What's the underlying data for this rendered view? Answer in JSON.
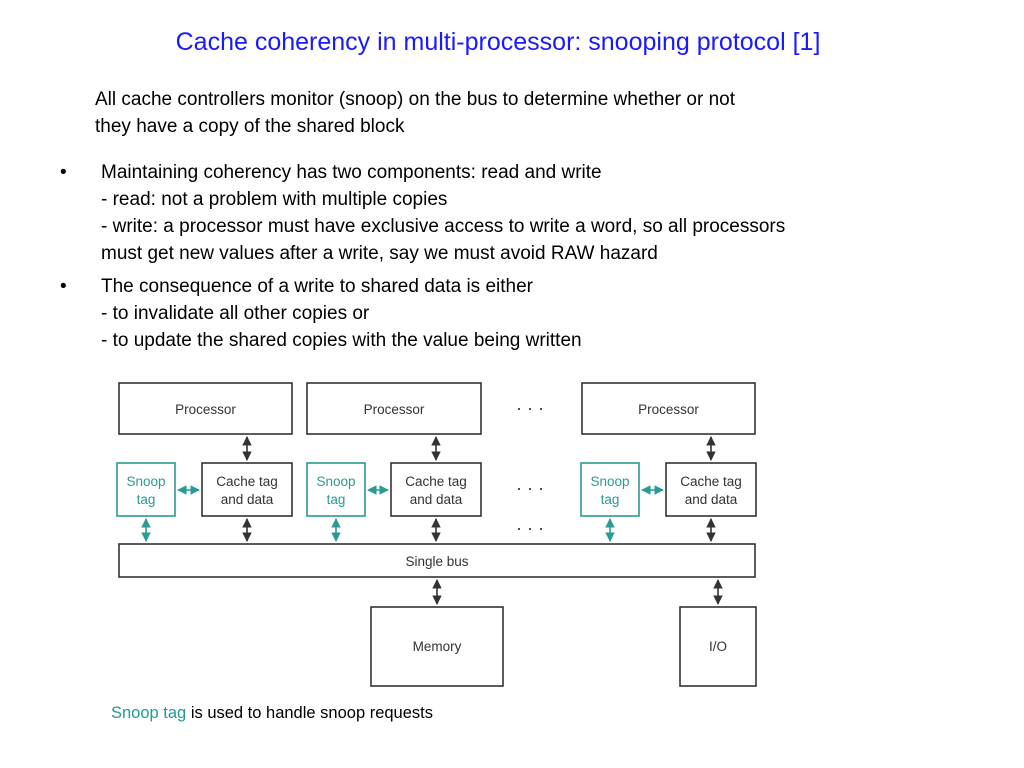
{
  "title": "Cache coherency in multi-processor: snooping protocol  [1]",
  "intro": {
    "lines": [
      "All cache controllers monitor (snoop) on the bus to determine whether or not",
      "they have a copy of the shared block"
    ]
  },
  "bullets": [
    {
      "symbol": "•",
      "lines": [
        "Maintaining coherency has two components: read and write",
        "- read: not a problem with multiple copies",
        "- write: a processor must have exclusive access to write a word, so all processors",
        "must get new values after a write, say we must avoid RAW hazard"
      ]
    },
    {
      "symbol": "•",
      "lines": [
        "The consequence of a write to shared data is either",
        "- to invalidate all other copies or",
        "- to update the shared copies with the value being written"
      ]
    }
  ],
  "diagram": {
    "processor_label": "Processor",
    "snoop_label": [
      "Snoop",
      "tag"
    ],
    "cache_label": [
      "Cache tag",
      "and data"
    ],
    "bus_label": "Single bus",
    "memory_label": "Memory",
    "io_label": "I/O",
    "ellipsis": "· · ·",
    "colors": {
      "snoop": "#2a9a93",
      "box": "#333333",
      "text": "#333333"
    }
  },
  "caption": {
    "highlight": "Snoop tag",
    "rest": " is used to handle snoop requests",
    "highlight_color": "#1f9b93"
  }
}
